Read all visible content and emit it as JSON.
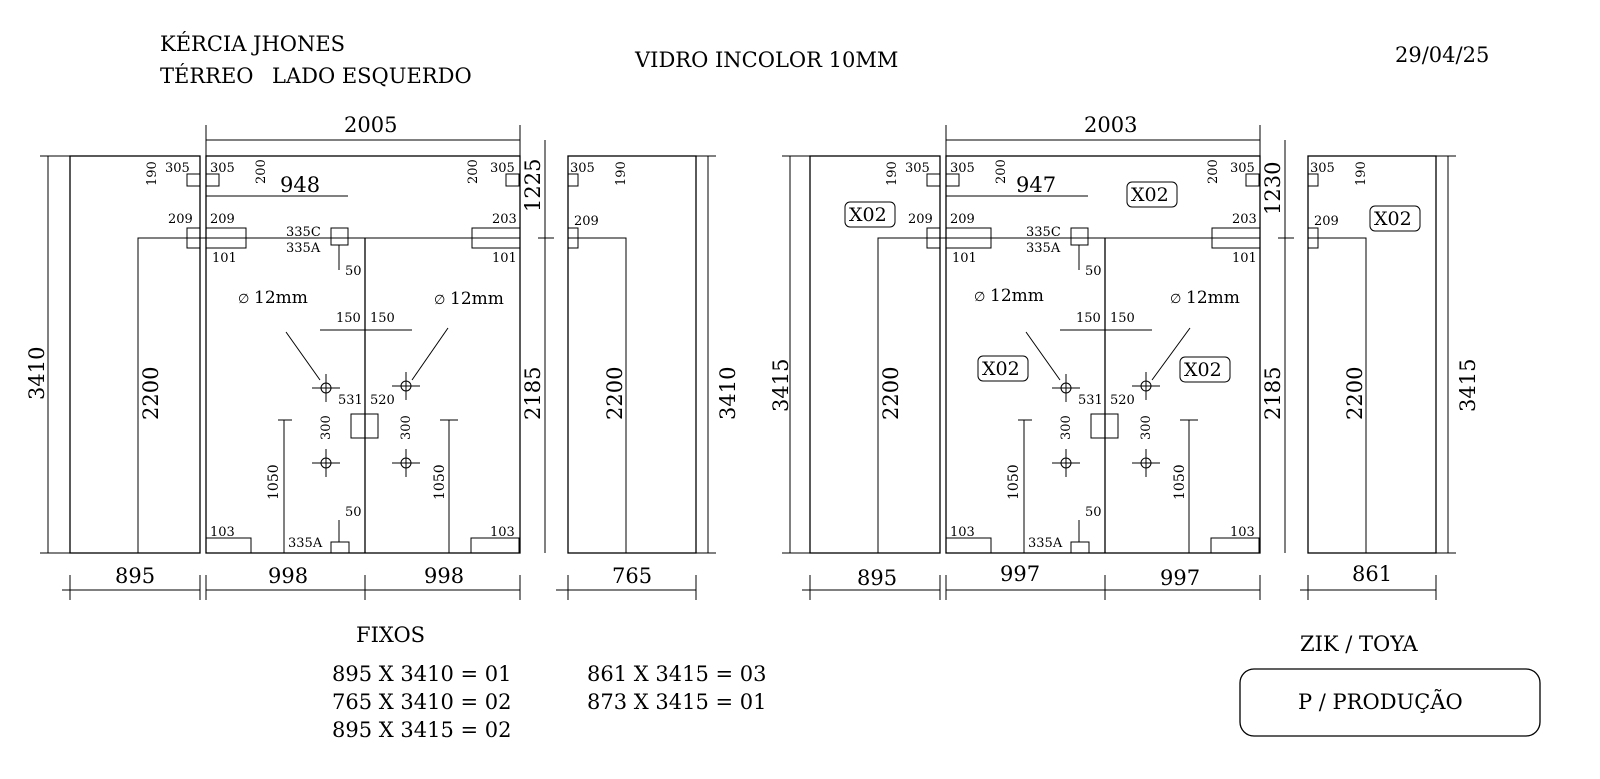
{
  "header": {
    "client": "KÉRCIA JHONES",
    "location": "TÉRREO",
    "side": "LADO ESQUERDO",
    "glass": "VIDRO INCOLOR 10MM",
    "date": "29/04/25"
  },
  "left": {
    "top_width": "2005",
    "overall_height_left": "3410",
    "overall_height_right": "3410",
    "right_panel_height": "2185",
    "right_top_gap": "1225",
    "fixed_left_height": "2200",
    "fixed_right_height": "2200",
    "bottom_fixed_left": "895",
    "bottom_door_left": "998",
    "bottom_door_right": "998",
    "bottom_fixed_right": "765",
    "handle_offset": "948",
    "hole_top_label": "335C",
    "hole_bottom_label": "335A",
    "hole_offset_50_top": "50",
    "hole_offset_50_bottom": "50",
    "lower_hole_label": "335A",
    "dia_left": "12mm",
    "dia_right": "12mm",
    "spacing_a": "150",
    "spacing_b": "150",
    "center_left": "531",
    "center_right": "520",
    "v300_left": "300",
    "v300_right": "300",
    "v1050_left": "1050",
    "v1050_right": "1050",
    "hinge_305_a": "305",
    "hinge_190_a": "190",
    "hinge_305_b": "305",
    "hinge_200_b": "200",
    "hinge_200_c": "200",
    "hinge_305_c": "305",
    "hinge_305_d": "305",
    "hinge_190_d": "190",
    "label_209_a": "209",
    "label_209_b": "209",
    "label_203": "203",
    "label_209_d": "209",
    "label_101_a": "101",
    "label_101_b": "101",
    "label_103_a": "103",
    "label_103_b": "103"
  },
  "right": {
    "top_width": "2003",
    "overall_height_left": "3415",
    "overall_height_right": "3415",
    "right_panel_height": "2185",
    "right_top_gap": "1230",
    "fixed_left_height": "2200",
    "fixed_right_height": "2200",
    "bottom_fixed_left": "895",
    "bottom_door_left": "997",
    "bottom_door_right": "997",
    "bottom_fixed_right": "861",
    "handle_offset": "947",
    "hole_top_label": "335C",
    "hole_bottom_label": "335A",
    "hole_offset_50_top": "50",
    "hole_offset_50_bottom": "50",
    "lower_hole_label": "335A",
    "dia_left": "12mm",
    "dia_right": "12mm",
    "spacing_a": "150",
    "spacing_b": "150",
    "center_left": "531",
    "center_right": "520",
    "v300_left": "300",
    "v300_right": "300",
    "v1050_left": "1050",
    "v1050_right": "1050",
    "hinge_305_a": "305",
    "hinge_190_a": "190",
    "hinge_305_b": "305",
    "hinge_200_b": "200",
    "hinge_200_c": "200",
    "hinge_305_c": "305",
    "hinge_305_d": "305",
    "hinge_190_d": "190",
    "label_209_a": "209",
    "label_209_b": "209",
    "label_203": "203",
    "label_209_d": "209",
    "label_101_a": "101",
    "label_101_b": "101",
    "label_103_a": "103",
    "label_103_b": "103",
    "tags": [
      "X02",
      "X02",
      "X02",
      "X02",
      "X02"
    ]
  },
  "fixos": {
    "title": "FIXOS",
    "col1": [
      "895 X 3410 = 01",
      "765 X 3410 = 02",
      "895 X 3415 = 02"
    ],
    "col2": [
      "861 X 3415 = 03",
      "873 X 3415 = 01"
    ]
  },
  "footer": {
    "brand": "ZIK / TOYA",
    "status_button": "P / PRODUÇÃO"
  }
}
